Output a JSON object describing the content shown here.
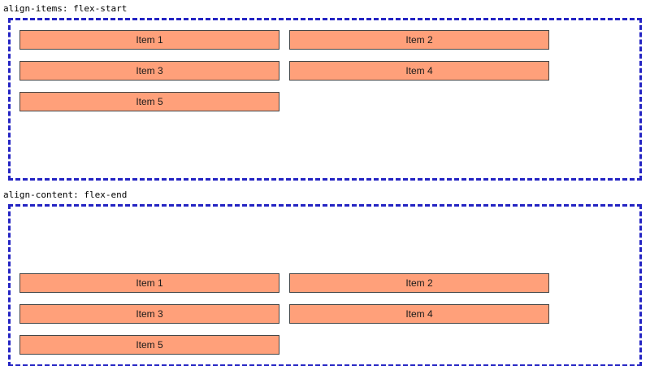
{
  "colors": {
    "container_border": "#2323c3",
    "item_background": "#ffa07a",
    "item_border": "#454545",
    "item_text": "#1a1a1a",
    "label_text": "#000000",
    "page_background": "#ffffff"
  },
  "sections": [
    {
      "label": "align-items: flex-start",
      "alignment": "flex-start",
      "items": [
        "Item 1",
        "Item 2",
        "Item 3",
        "Item 4",
        "Item 5"
      ]
    },
    {
      "label": "align-content: flex-end",
      "alignment": "flex-end",
      "items": [
        "Item 1",
        "Item 2",
        "Item 3",
        "Item 4",
        "Item 5"
      ]
    }
  ]
}
